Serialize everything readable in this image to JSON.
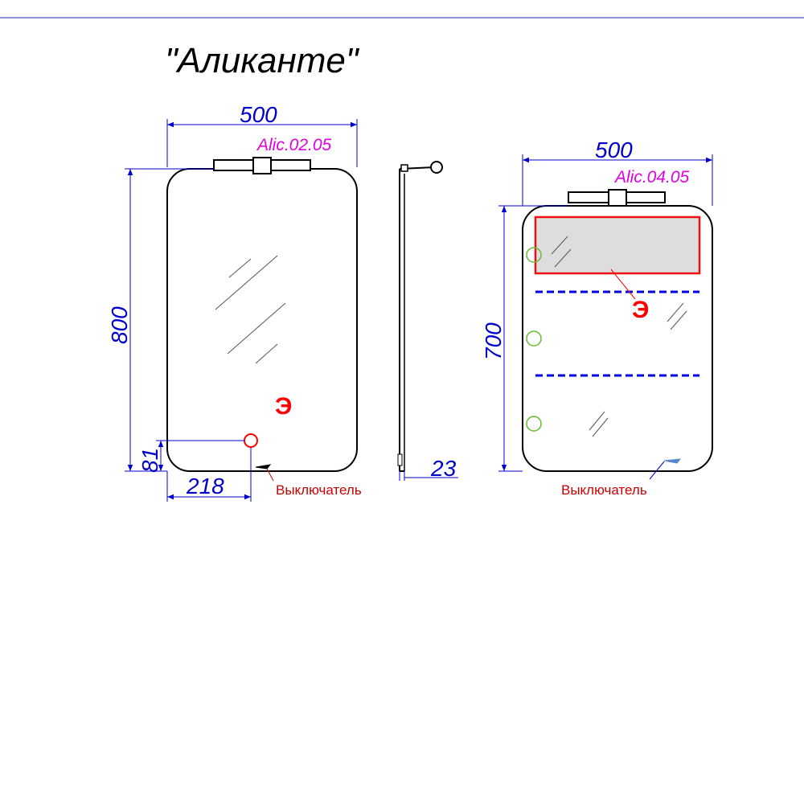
{
  "title": "\"Аликанте\"",
  "colors": {
    "dimension": "#0000cc",
    "model": "#e000e0",
    "socket": "#ff0000",
    "switch_label": "#cc0000",
    "led_strip": "#0000dd",
    "touch_sensor": "#66bb33",
    "top_rule": "#2222aa"
  },
  "left_view": {
    "width_dim": "500",
    "height_dim": "800",
    "socket_height_dim": "81",
    "socket_offset_dim": "218",
    "lamp_model": "Alic.02.05",
    "socket_symbol": "Э",
    "switch_label": "Выключатель"
  },
  "side_view": {
    "depth_dim": "23"
  },
  "right_view": {
    "width_dim": "500",
    "height_dim": "700",
    "lamp_model": "Alic.04.05",
    "socket_symbol": "Э",
    "switch_label": "Выключатель"
  }
}
